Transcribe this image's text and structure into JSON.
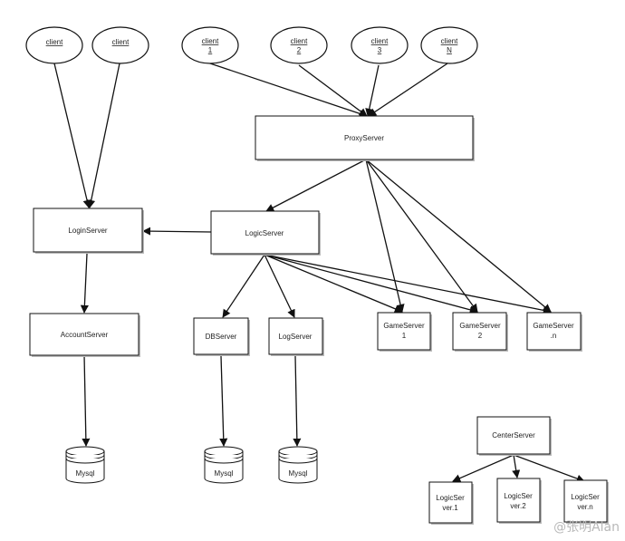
{
  "clients": [
    {
      "line1": "client",
      "line2": ""
    },
    {
      "line1": "client",
      "line2": ""
    },
    {
      "line1": "client",
      "line2": "1"
    },
    {
      "line1": "client",
      "line2": "2"
    },
    {
      "line1": "client",
      "line2": "3"
    },
    {
      "line1": "client",
      "line2": "N"
    }
  ],
  "servers": {
    "proxy": "ProxyServer",
    "login": "LoginServer",
    "logic": "LogicServer",
    "account": "AccountServer",
    "db": "DBServer",
    "log": "LogServer",
    "game1": [
      "GameServer",
      "1"
    ],
    "game2": [
      "GameServer",
      "2"
    ],
    "gamen": [
      "GameServer",
      ".n"
    ],
    "center": "CenterServer",
    "cl1": [
      "LogicSer",
      "ver.1"
    ],
    "cl2": [
      "LogicSer",
      "ver.2"
    ],
    "cln": [
      "LogicSer",
      "ver.n"
    ]
  },
  "databases": [
    "Mysql",
    "Mysql",
    "Mysql"
  ],
  "watermark": "@张明Alan"
}
